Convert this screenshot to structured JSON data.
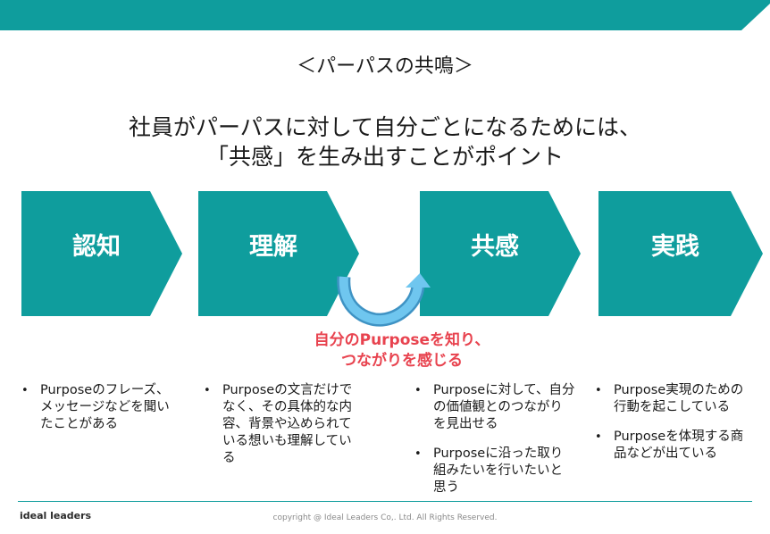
{
  "header": {
    "accent_color": "#0f9d9d"
  },
  "title": "＜パーパスの共鳴＞",
  "subtitle": {
    "line1": "社員がパーパスに対して自分ごとになるためには、",
    "line2": "「共感」を生み出すことがポイント"
  },
  "steps": [
    {
      "label": "認知"
    },
    {
      "label": "理解"
    },
    {
      "label": "共感"
    },
    {
      "label": "実践"
    }
  ],
  "callout": {
    "line1": "自分のPurposeを知り、",
    "line2": "つながりを感じる",
    "color": "#e8434f"
  },
  "columns": [
    {
      "bullets": [
        "Purposeのフレーズ、メッセージなどを聞いたことがある"
      ]
    },
    {
      "bullets": [
        "Purposeの文言だけでなく、その具体的な内容、背景や込められている想いも理解している"
      ]
    },
    {
      "bullets": [
        "Purposeに対して、自分の価値観とのつながりを見出せる",
        "Purposeに沿った取り組みたいを行いたいと思う"
      ]
    },
    {
      "bullets": [
        "Purpose実現のための行動を起こしている",
        "Purposeを体現する商品などが出ている"
      ]
    }
  ],
  "footer": {
    "logo": "ideal leaders",
    "copyright": "copyright @ Ideal Leaders Co,. Ltd. All Rights Reserved."
  },
  "colors": {
    "chevron": "#0f9d9d",
    "loop_arrow": "#5bb8e6"
  }
}
